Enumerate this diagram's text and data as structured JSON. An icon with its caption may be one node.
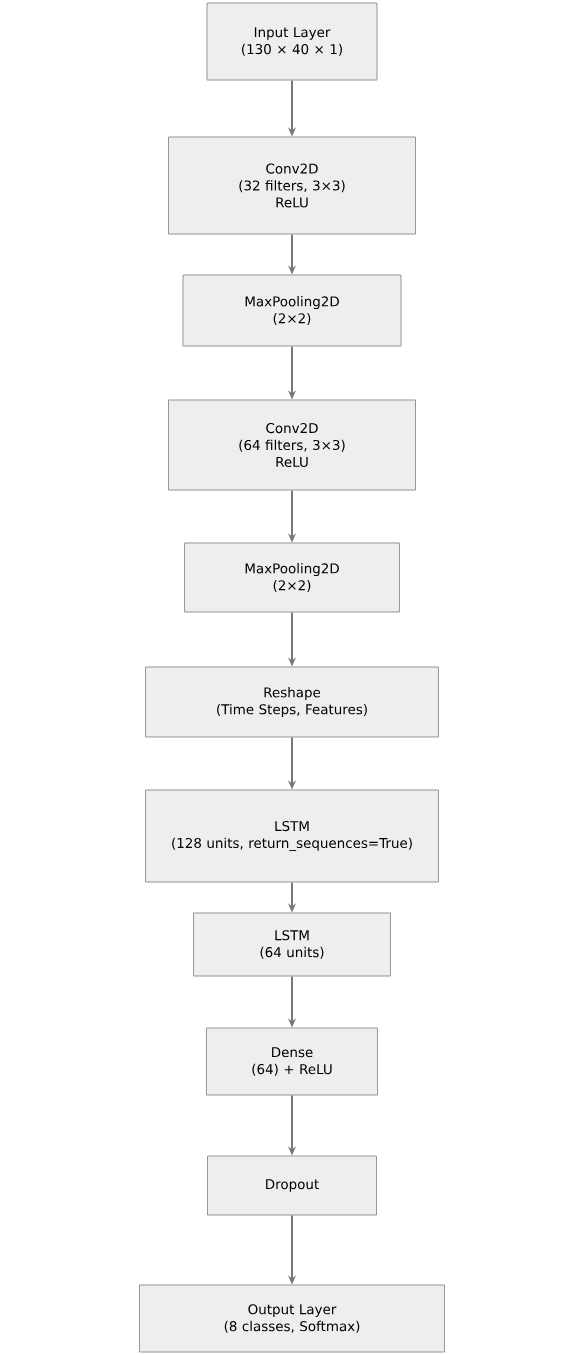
{
  "diagram": {
    "nodes": [
      {
        "text": [
          "Input Layer",
          "(130 × 40 × 1)"
        ]
      },
      {
        "text": [
          "Conv2D",
          "(32 filters, 3×3)",
          "ReLU"
        ]
      },
      {
        "text": [
          "MaxPooling2D",
          "(2×2)"
        ]
      },
      {
        "text": [
          "Conv2D",
          "(64 filters, 3×3)",
          "ReLU"
        ]
      },
      {
        "text": [
          "MaxPooling2D",
          "(2×2)"
        ]
      },
      {
        "text": [
          "Reshape",
          "(Time Steps, Features)"
        ]
      },
      {
        "text": [
          "LSTM",
          "(128 units, return_sequences=True)"
        ]
      },
      {
        "text": [
          "LSTM",
          "(64 units)"
        ]
      },
      {
        "text": [
          "Dense",
          "(64) + ReLU"
        ]
      },
      {
        "text": [
          "Dropout"
        ]
      },
      {
        "text": [
          "Output Layer",
          "(8 classes, Softmax)"
        ]
      }
    ],
    "edges": [
      {
        "from": 0,
        "to": 1,
        "arrow": "to"
      },
      {
        "from": 1,
        "to": 2,
        "arrow": "to"
      },
      {
        "from": 2,
        "to": 3,
        "arrow": "to"
      },
      {
        "from": 3,
        "to": 4,
        "arrow": "to"
      },
      {
        "from": 4,
        "to": 5,
        "arrow": "to"
      },
      {
        "from": 5,
        "to": 6,
        "arrow": "to"
      },
      {
        "from": 6,
        "to": 7,
        "arrow": "to"
      },
      {
        "from": 7,
        "to": 8,
        "arrow": "to"
      },
      {
        "from": 8,
        "to": 9,
        "arrow": "to"
      },
      {
        "from": 9,
        "to": 10,
        "arrow": "to"
      }
    ]
  }
}
